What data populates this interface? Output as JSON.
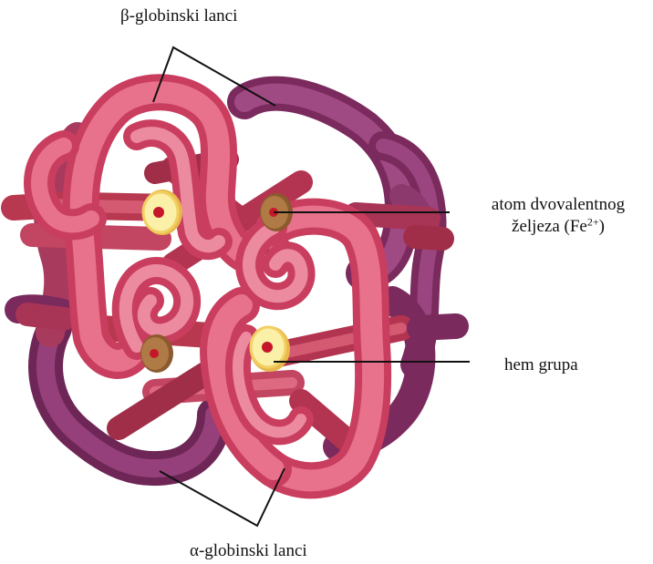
{
  "labels": {
    "beta_chains": "β-globinski lanci",
    "alpha_chains": "α-globinski lanci",
    "iron_atom_line1": "atom dvovalentnog",
    "iron_atom_line2_prefix": "željeza (Fe",
    "iron_atom_line2_sup": "2+",
    "iron_atom_line2_suffix": ")",
    "heme_group": "hem grupa"
  },
  "colors": {
    "beta_chain_front": "#e15a78",
    "beta_chain_light": "#ef8aa0",
    "beta_chain_back": "#8c3a6e",
    "alpha_chain_back": "#7d2d60",
    "helix_dark": "#b3364f",
    "heme_ring": "#f6d86a",
    "heme_ring_face": "#fbf0a8",
    "iron_ring": "#a86c3e",
    "iron_center": "#c4182a",
    "pointer_line": "#111111"
  }
}
